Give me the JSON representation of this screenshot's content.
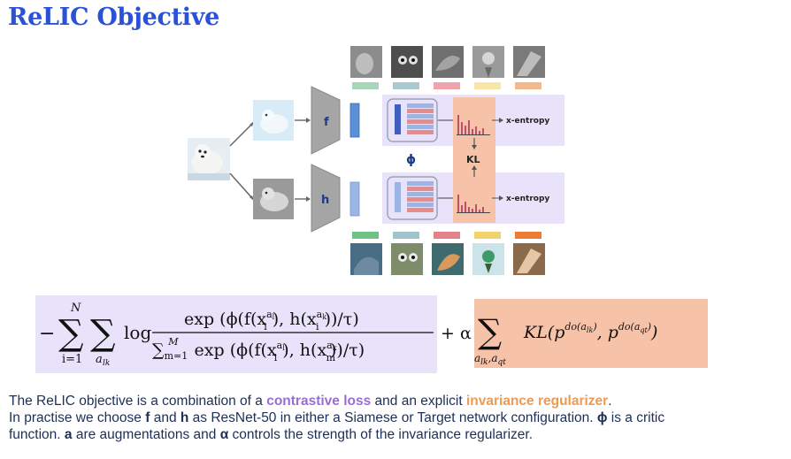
{
  "title": "ReLIC Objective",
  "diagram": {
    "encoder_top": "f",
    "encoder_bottom": "h",
    "critic_symbol": "ϕ",
    "kl_label": "KL",
    "xent_top": "x-entropy",
    "xent_bottom": "x-entropy",
    "colors": {
      "purple_panel": "#e9e2fb",
      "orange_panel": "#f6c3a9",
      "encoder": "#aaaaaa",
      "embed_top": "#5b8fd6",
      "embed_bottom": "#9db4e6",
      "bar_chart": "#c0506a"
    },
    "swatches_top": [
      "#a9d5b8",
      "#a9c9cd",
      "#f0a3aa",
      "#f7e6a6",
      "#f4b98b"
    ],
    "swatches_bottom": [
      "#6fc285",
      "#9fc4cb",
      "#e3828a",
      "#f2d36b",
      "#ec7b34"
    ]
  },
  "formula": {
    "sum_upper": "N",
    "sum_lower_i": "i=1",
    "sum_lower_a": "a",
    "sum_lower_a_sub": "lk",
    "log": "log",
    "numerator": "exp (ϕ(f(x",
    "plus_alpha": "+ α",
    "kl_text": "KL(p",
    "kl_sum_lower": "a",
    "colors": {
      "left_box": "#e9e2fb",
      "right_box": "#f6c3a9"
    }
  },
  "caption": {
    "line1_a": "The ReLIC objective is a combination of a ",
    "line1_contrastive": "contrastive loss",
    "line1_b": " and an explicit ",
    "line1_invariance": "invariance regularizer",
    "line1_c": ".",
    "line2_a": "In practise we choose ",
    "line2_f": "f",
    "line2_b": " and ",
    "line2_h": "h",
    "line2_c": " as ResNet-50 in either a Siamese or Target network configuration. ",
    "line2_phi": "ϕ",
    "line2_d": " is a critic",
    "line3_a": "function. ",
    "line3_a_bold": "a",
    "line3_b": " are augmentations and ",
    "line3_alpha": "α",
    "line3_c": " controls the strength of the invariance regularizer."
  }
}
